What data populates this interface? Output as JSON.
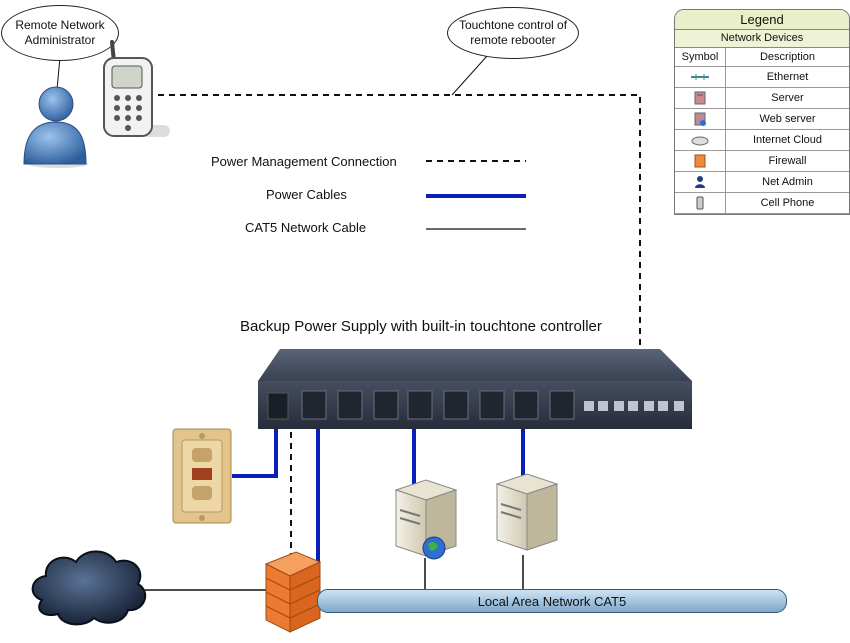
{
  "callouts": {
    "admin": "Remote Network Administrator",
    "touchtone": "Touchtone control of remote rebooter"
  },
  "line_key": {
    "power_management": "Power Management Connection",
    "power_cables": "Power Cables",
    "cat5": "CAT5 Network Cable"
  },
  "device_title": "Backup Power Supply with built-in touchtone controller",
  "lan_label": "Local Area Network CAT5",
  "legend": {
    "title": "Legend",
    "subtitle": "Network Devices",
    "col_symbol": "Symbol",
    "col_description": "Description",
    "items": [
      {
        "icon": "ethernet-icon",
        "label": "Ethernet"
      },
      {
        "icon": "server-icon",
        "label": "Server"
      },
      {
        "icon": "web-server-icon",
        "label": "Web server"
      },
      {
        "icon": "internet-cloud-icon",
        "label": "Internet Cloud"
      },
      {
        "icon": "firewall-icon",
        "label": "Firewall"
      },
      {
        "icon": "net-admin-icon",
        "label": "Net Admin"
      },
      {
        "icon": "cell-phone-icon",
        "label": "Cell Phone"
      }
    ]
  },
  "colors": {
    "power_cable": "#0a1fb8",
    "dashed_line": "#111111",
    "legend_header": "#e9efc8",
    "lan_pipe": "#a9c9e3"
  }
}
